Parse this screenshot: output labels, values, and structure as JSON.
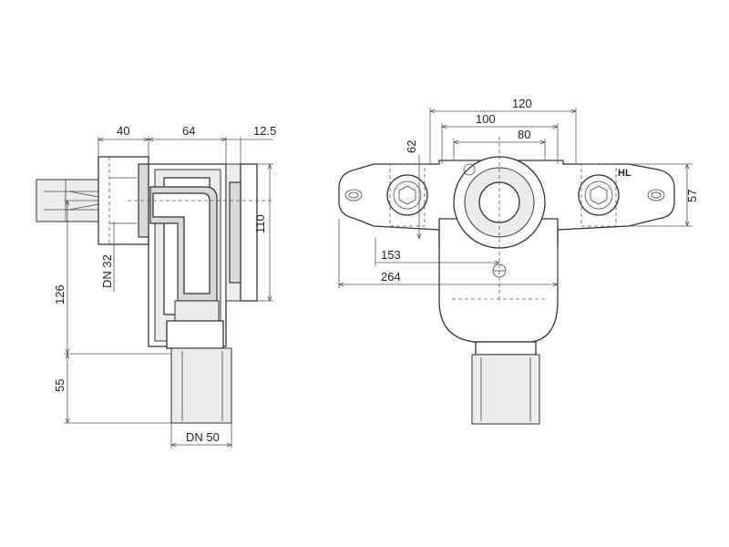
{
  "dimensions": {
    "left_view": {
      "width_40": "40",
      "width_64": "64",
      "width_12_5": "12.5",
      "height_110": "110",
      "height_126": "126",
      "height_55": "55",
      "label_dn32": "DN 32",
      "label_dn50": "DN 50"
    },
    "right_view": {
      "width_120": "120",
      "width_100": "100",
      "width_80": "80",
      "height_62": "62",
      "height_57": "57",
      "width_153": "153",
      "width_264": "264",
      "label_hl": "HL"
    }
  }
}
